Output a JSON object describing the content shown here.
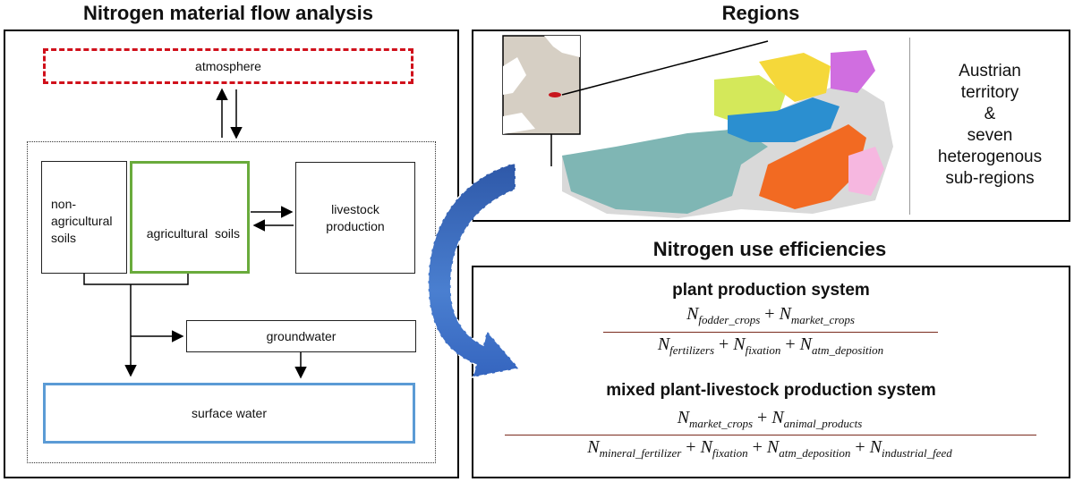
{
  "left_panel": {
    "title": "Nitrogen material flow analysis",
    "atmosphere": "atmosphere",
    "non_agri_line1": "non-",
    "non_agri_line2": "agricultural",
    "non_agri_line3": "soils",
    "agri_soils": "agricultural  soils",
    "livestock_line1": "livestock",
    "livestock_line2": "production",
    "groundwater": "groundwater",
    "surface_water": "surface water",
    "colors": {
      "atmosphere_border": "#d0101b",
      "agri_border": "#6aab3c",
      "surface_border": "#5b9bd5"
    }
  },
  "regions_panel": {
    "title": "Regions",
    "line1": "Austrian",
    "line2": "territory",
    "line3": "&",
    "line4": "seven",
    "line5": "heterogenous",
    "line6": "sub-regions",
    "region_colors": [
      "#f5d83a",
      "#d06ee0",
      "#d4e85a",
      "#2b8fd0",
      "#7fb6b4",
      "#f26a22",
      "#f6b7e0",
      "#cfcfcf"
    ]
  },
  "nue_panel": {
    "title": "Nitrogen use efficiencies",
    "plant_title": "plant production system",
    "plant_num_a": "fodder_crops",
    "plant_num_b": "market_crops",
    "plant_den_a": "fertilizers",
    "plant_den_b": "fixation",
    "plant_den_c": "atm_deposition",
    "mixed_title": "mixed plant-livestock production system",
    "mixed_num_a": "market_crops",
    "mixed_num_b": "animal_products",
    "mixed_den_a": "mineral_fertilizer",
    "mixed_den_b": "fixation",
    "mixed_den_c": "atm_deposition",
    "mixed_den_d": "industrial_feed",
    "N": "N"
  },
  "arrow_color": "#3a64b8"
}
